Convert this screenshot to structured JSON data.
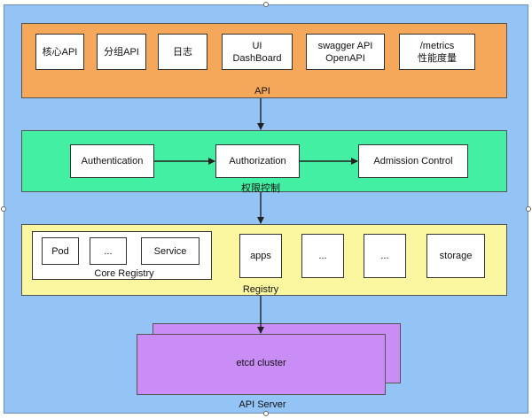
{
  "api_layer": {
    "label": "API",
    "items": [
      "核心API",
      "分组API",
      "日志",
      "UI\nDashBoard",
      "swagger API\nOpenAPI",
      "/metrics\n性能度量"
    ]
  },
  "auth_layer": {
    "label": "权限控制",
    "items": [
      "Authentication",
      "Authorization",
      "Admission Control"
    ]
  },
  "registry_layer": {
    "label": "Registry",
    "core": {
      "label": "Core Registry",
      "items": [
        "Pod",
        "...",
        "Service"
      ]
    },
    "items": [
      "apps",
      "...",
      "...",
      "storage"
    ]
  },
  "etcd": {
    "label": "etcd cluster"
  },
  "server": {
    "label": "API Server"
  },
  "colors": {
    "outer": "#93c4f5",
    "api": "#f6a85a",
    "auth": "#43f0a3",
    "registry": "#fbf7a1",
    "etcd": "#c98df5"
  }
}
